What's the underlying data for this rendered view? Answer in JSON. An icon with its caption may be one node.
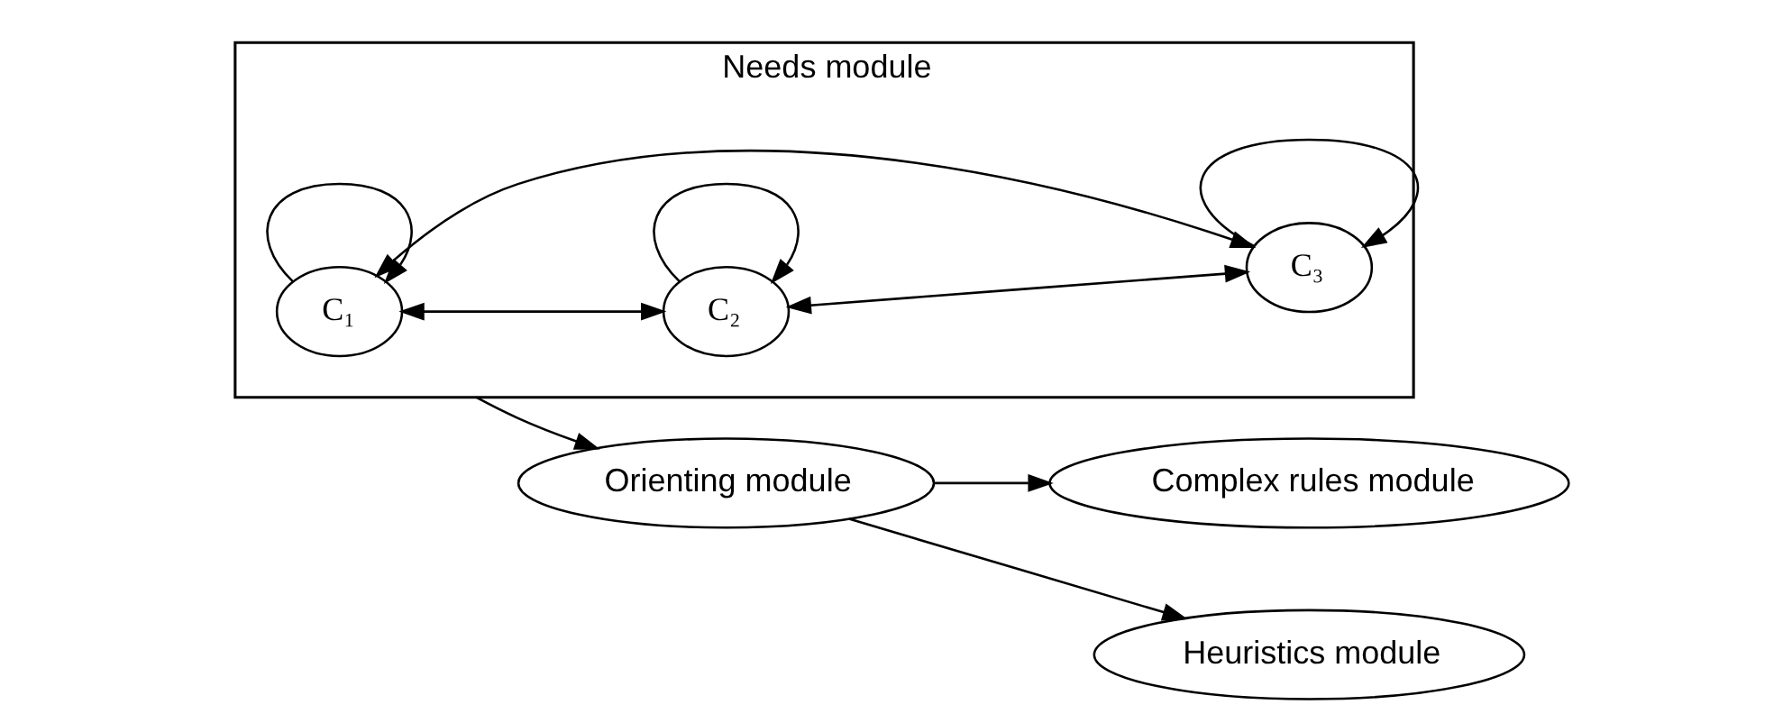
{
  "diagram": {
    "nodes": [
      {
        "text": [
          "Needs module"
        ]
      },
      {
        "text": [
          "C₁"
        ],
        "in": 0
      },
      {
        "text": [
          "C₂"
        ],
        "in": 0
      },
      {
        "text": [
          "C₃"
        ],
        "in": 0
      },
      {
        "text": [
          "Orienting module"
        ]
      },
      {
        "text": [
          "Complex rules module"
        ]
      },
      {
        "text": [
          "Heuristics module"
        ]
      }
    ],
    "edges": [
      {
        "from": 1,
        "to": 1,
        "arrow": "to"
      },
      {
        "from": 2,
        "to": 2,
        "arrow": "to"
      },
      {
        "from": 1,
        "to": 2,
        "arrow": "both"
      },
      {
        "from": 1,
        "to": 3,
        "arrow": "both"
      },
      {
        "from": 2,
        "to": 3,
        "arrow": "both"
      },
      {
        "from": 3,
        "to": 3,
        "arrow": "to"
      },
      {
        "from": 0,
        "to": 4,
        "arrow": "to"
      },
      {
        "from": 4,
        "to": 5,
        "arrow": "to"
      },
      {
        "from": 4,
        "to": 6,
        "arrow": "to"
      }
    ]
  }
}
